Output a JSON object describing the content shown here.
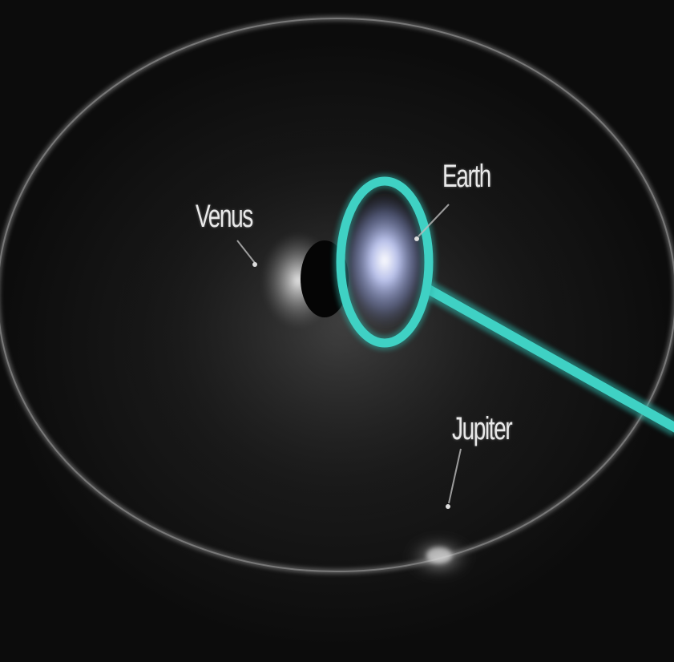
{
  "labels": {
    "venus": "Venus",
    "earth": "Earth",
    "jupiter": "Jupiter"
  },
  "colors": {
    "background": "#0b0b0b",
    "orbit": "#8a8a8a",
    "highlight": "#3fd1c4",
    "earth_glow": "#b9c6ff",
    "label": "#e9e9e9"
  }
}
